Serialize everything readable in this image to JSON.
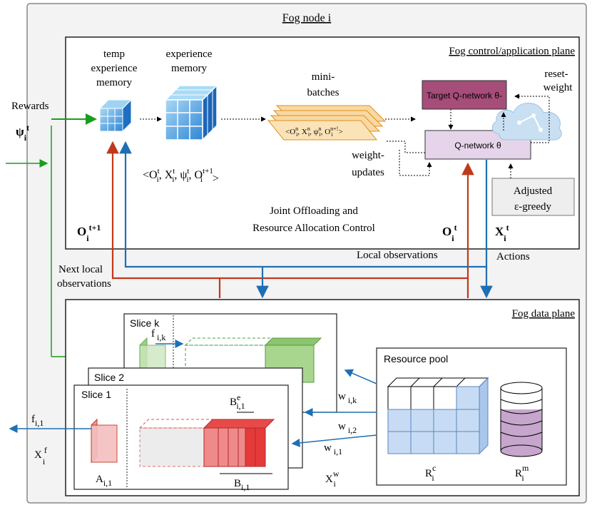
{
  "fog_node_title": "Fog node i",
  "control_plane": {
    "title": "Fog control/application plane",
    "temp_memory_label": [
      "temp",
      "experience",
      "memory"
    ],
    "experience_memory_label": [
      "experience",
      "memory"
    ],
    "minibatches_label": [
      "mini-",
      "batches"
    ],
    "minibatch_tuple": "<Oin, Xin, ψin, Oin+1>",
    "experience_tuple": "<Oit, Xit, ψit, Oit+1>",
    "target_network": "Target Q-network θ-",
    "q_network": "Q-network θ",
    "reset_weight": [
      "reset-",
      "weight"
    ],
    "weight_updates": [
      "weight-",
      "updates"
    ],
    "adjusted_greedy": [
      "Adjusted",
      "ε-greedy"
    ],
    "joint_control": [
      "Joint Offloading and",
      "Resource Allocation Control"
    ],
    "obs_next": "Oit+1",
    "obs_now": "Oit",
    "actions_sym": "Xit"
  },
  "signals": {
    "rewards": "Rewards",
    "rewards_sym": "ψit",
    "local_observations": "Local observations",
    "next_local_observations": [
      "Next local",
      "observations"
    ],
    "actions": "Actions"
  },
  "data_plane": {
    "title": "Fog data plane",
    "slices": [
      "Slice k",
      "Slice 2",
      "Slice 1"
    ],
    "f_ik": "fi,k",
    "f_i1": "fi,1",
    "x_fi": "Xfi",
    "a_i1": "Ai,1",
    "b_e": "Bei,1",
    "b_i1": "Bi,1",
    "resource_pool": "Resource pool",
    "w_ik": "wi,k",
    "w_i2": "wi,2",
    "w_i1": "wi,1",
    "x_wi": "Xwi",
    "r_c": "Rci",
    "r_m": "Rmi"
  },
  "colors": {
    "green": "#1a9e1a",
    "red": "#c0391b",
    "blue": "#1f6fb4",
    "target_fill": "#a64d79",
    "qnet_fill": "#e6d5ea",
    "box_border": "#222222"
  }
}
